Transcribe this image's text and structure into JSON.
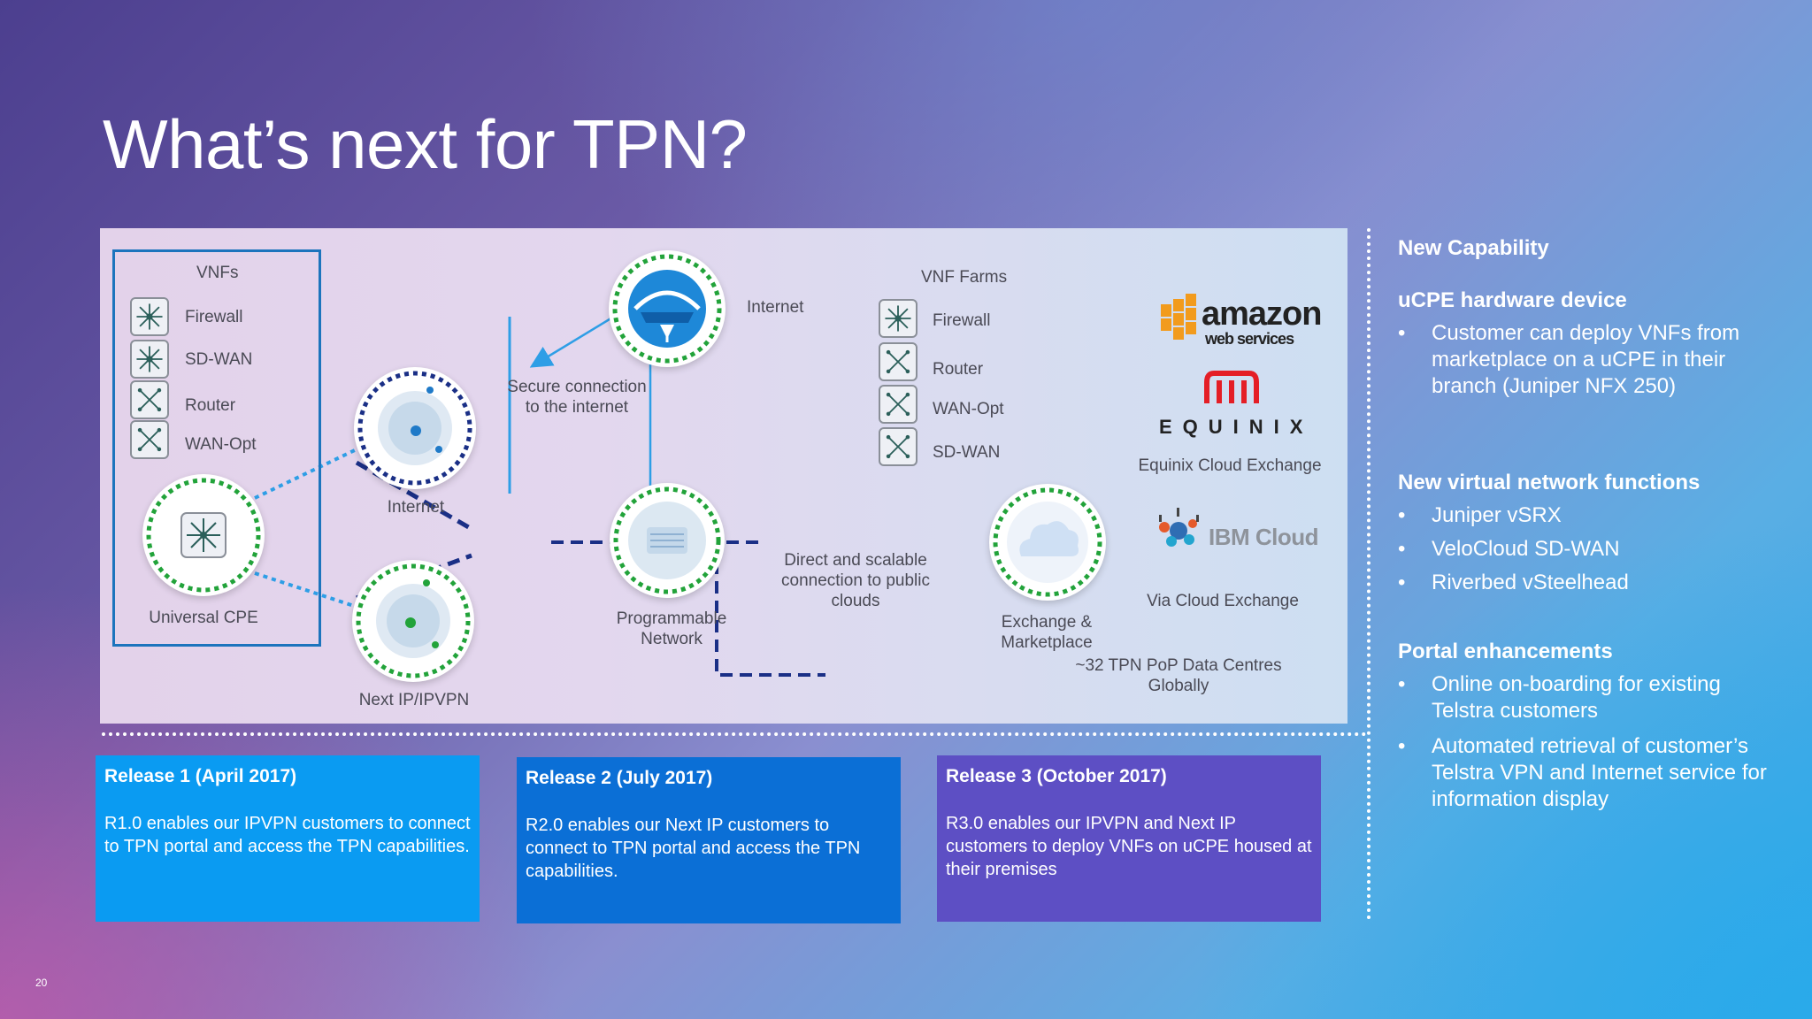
{
  "slide": {
    "title": "What’s next for TPN?",
    "page_number": "20"
  },
  "diagram": {
    "vnfs_heading": "VNFs",
    "vnfs": [
      "Firewall",
      "SD-WAN",
      "Router",
      "WAN-Opt"
    ],
    "universal_cpe": "Universal CPE",
    "internet_node": "Internet",
    "next_ip_node": "Next IP/IPVPN",
    "internet_top": "Internet",
    "secure_connection": "Secure connection\nto the internet",
    "programmable_network": "Programmable\nNetwork",
    "direct_connection": "Direct and scalable\nconnection to public\nclouds",
    "vnf_farms_heading": "VNF Farms",
    "vnf_farms": [
      "Firewall",
      "Router",
      "WAN-Opt",
      "SD-WAN"
    ],
    "exchange": "Exchange &\nMarketplace",
    "pop": "~32 TPN PoP Data Centres\nGlobally",
    "amazon_logo_text": "amazon",
    "amazon_logo_sub": "web services",
    "equinix_logo_text": "EQUINIX",
    "equinix_label": "Equinix Cloud Exchange",
    "ibm_logo_text": "IBM Cloud",
    "via_cloud": "Via Cloud Exchange"
  },
  "releases": [
    {
      "title": "Release 1 (April 2017)",
      "body": "R1.0 enables our IPVPN customers to connect to TPN portal and access the TPN capabilities."
    },
    {
      "title": "Release 2 (July 2017)",
      "body": "R2.0 enables our Next IP customers to connect to TPN portal and access the TPN capabilities."
    },
    {
      "title": "Release 3 (October 2017)",
      "body": "R3.0 enables our IPVPN and Next IP customers to deploy VNFs on uCPE housed at their premises"
    }
  ],
  "sidebar": {
    "heading": "New Capability",
    "sections": [
      {
        "title": "uCPE hardware device",
        "items": [
          "Customer can deploy VNFs from marketplace on a uCPE in their branch (Juniper NFX 250)"
        ]
      },
      {
        "title": "New virtual network functions",
        "items": [
          "Juniper vSRX",
          "VeloCloud SD-WAN",
          "Riverbed vSteelhead"
        ]
      },
      {
        "title": "Portal enhancements",
        "items": [
          "Online on-boarding for existing Telstra customers",
          "Automated retrieval of customer’s Telstra VPN and Internet service for information display"
        ]
      }
    ]
  },
  "colors": {
    "release1": "#0a9bf2",
    "release2": "#0b6fd6",
    "release3": "#5d4fc4",
    "link_light": "#2e9ee6",
    "link_dark": "#1a2f86",
    "node_ring": "#22a33a"
  }
}
